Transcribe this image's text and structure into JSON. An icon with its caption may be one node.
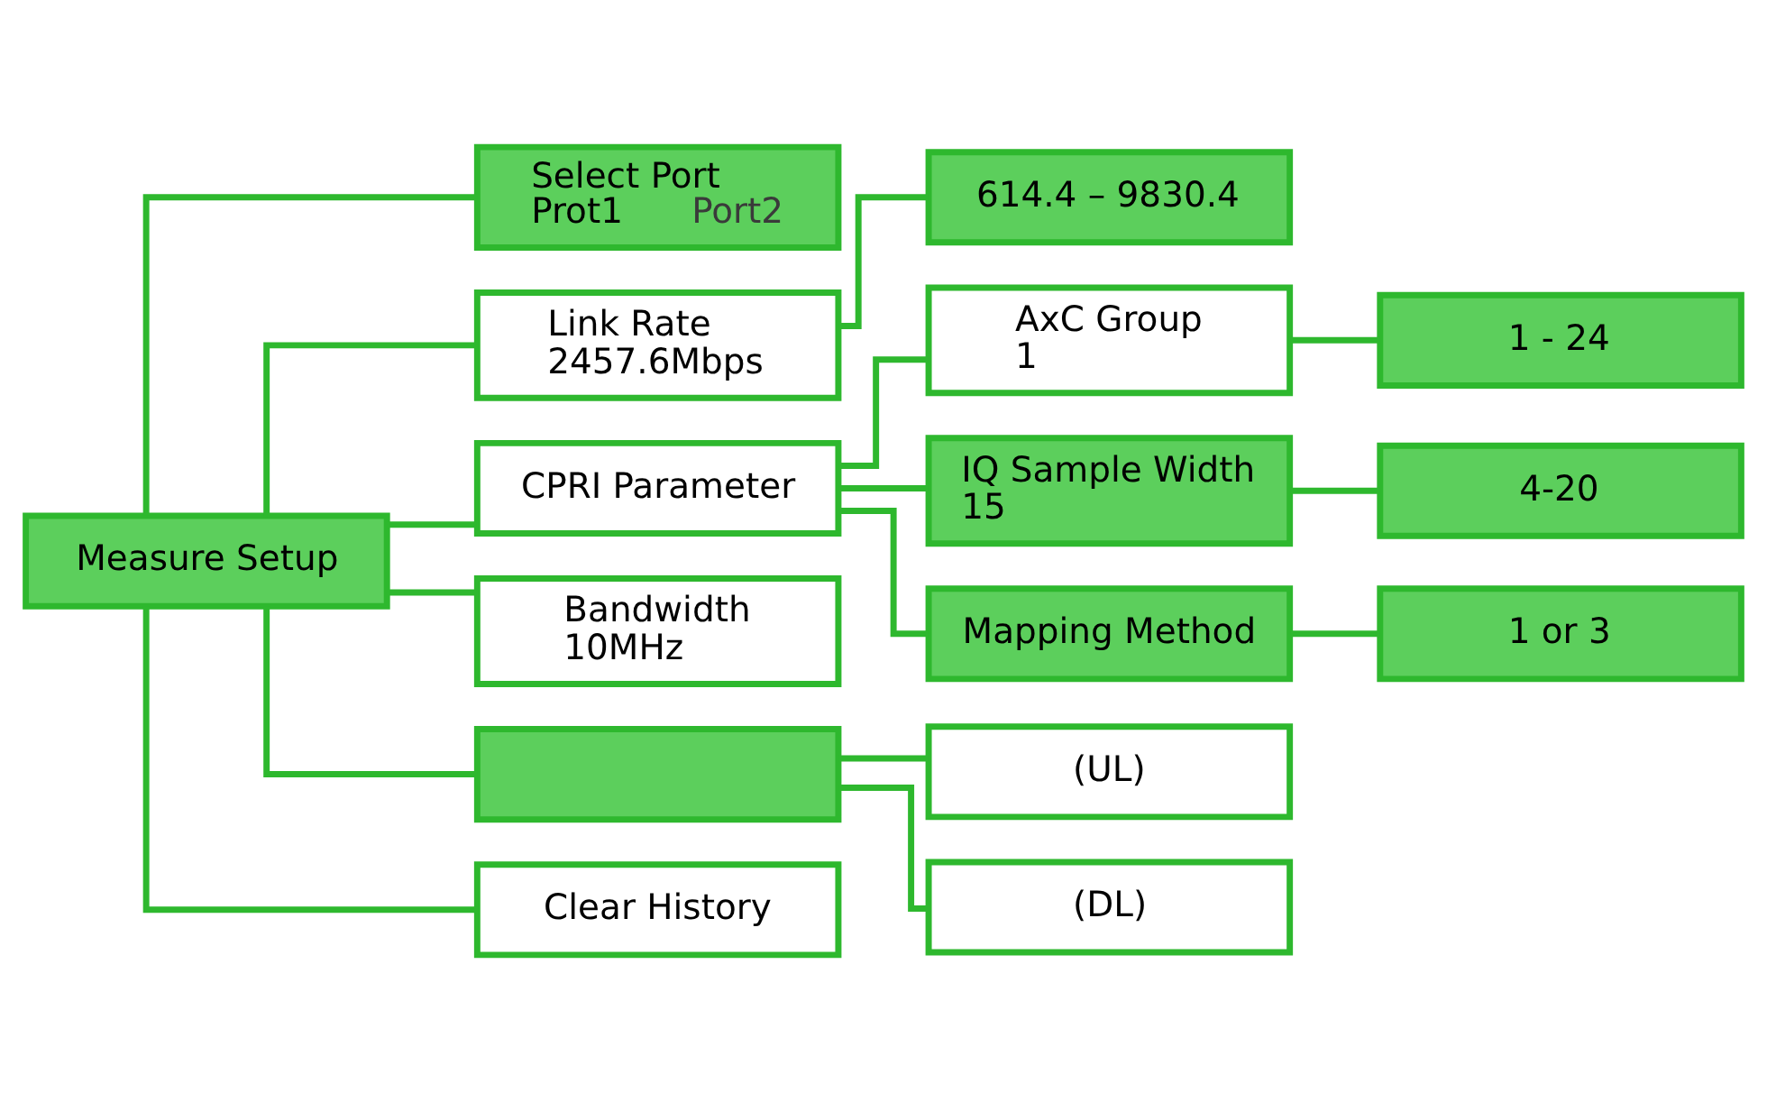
{
  "diagram": {
    "nodes": [
      {
        "text": [
          "Measure Setup"
        ]
      },
      {
        "text": [
          "Select Port",
          "Prot1",
          "Port2"
        ]
      },
      {
        "text": [
          "Link Rate",
          "2457.6Mbps"
        ]
      },
      {
        "text": [
          "614.4 – 9830.4"
        ]
      },
      {
        "text": [
          "CPRI Parameter"
        ]
      },
      {
        "text": [
          "Bandwidth",
          "10MHz"
        ]
      },
      {
        "text": [
          "AxC Group",
          "1"
        ]
      },
      {
        "text": [
          "1 - 24"
        ]
      },
      {
        "text": [
          "IQ Sample Width",
          "15"
        ]
      },
      {
        "text": [
          "4-20"
        ]
      },
      {
        "text": [
          "Mapping Method"
        ]
      },
      {
        "text": [
          "1 or 3"
        ]
      },
      {
        "text": [],
        "shape": "box"
      },
      {
        "text": [
          "(UL)"
        ]
      },
      {
        "text": [
          "(DL)"
        ]
      },
      {
        "text": [
          "Clear History"
        ]
      }
    ],
    "edges": [
      {
        "from": 0,
        "to": 1,
        "arrow": "none"
      },
      {
        "from": 0,
        "to": 2,
        "arrow": "none"
      },
      {
        "from": 0,
        "to": 4,
        "arrow": "none"
      },
      {
        "from": 0,
        "to": 5,
        "arrow": "none"
      },
      {
        "from": 0,
        "to": 12,
        "arrow": "none"
      },
      {
        "from": 0,
        "to": 15,
        "arrow": "none"
      },
      {
        "from": 2,
        "to": 3,
        "arrow": "none"
      },
      {
        "from": 4,
        "to": 6,
        "arrow": "none"
      },
      {
        "from": 4,
        "to": 8,
        "arrow": "none"
      },
      {
        "from": 4,
        "to": 10,
        "arrow": "none"
      },
      {
        "from": 6,
        "to": 7,
        "arrow": "none"
      },
      {
        "from": 8,
        "to": 9,
        "arrow": "none"
      },
      {
        "from": 10,
        "to": 11,
        "arrow": "none"
      },
      {
        "from": 12,
        "to": 13,
        "arrow": "none"
      },
      {
        "from": 12,
        "to": 14,
        "arrow": "none"
      }
    ]
  }
}
